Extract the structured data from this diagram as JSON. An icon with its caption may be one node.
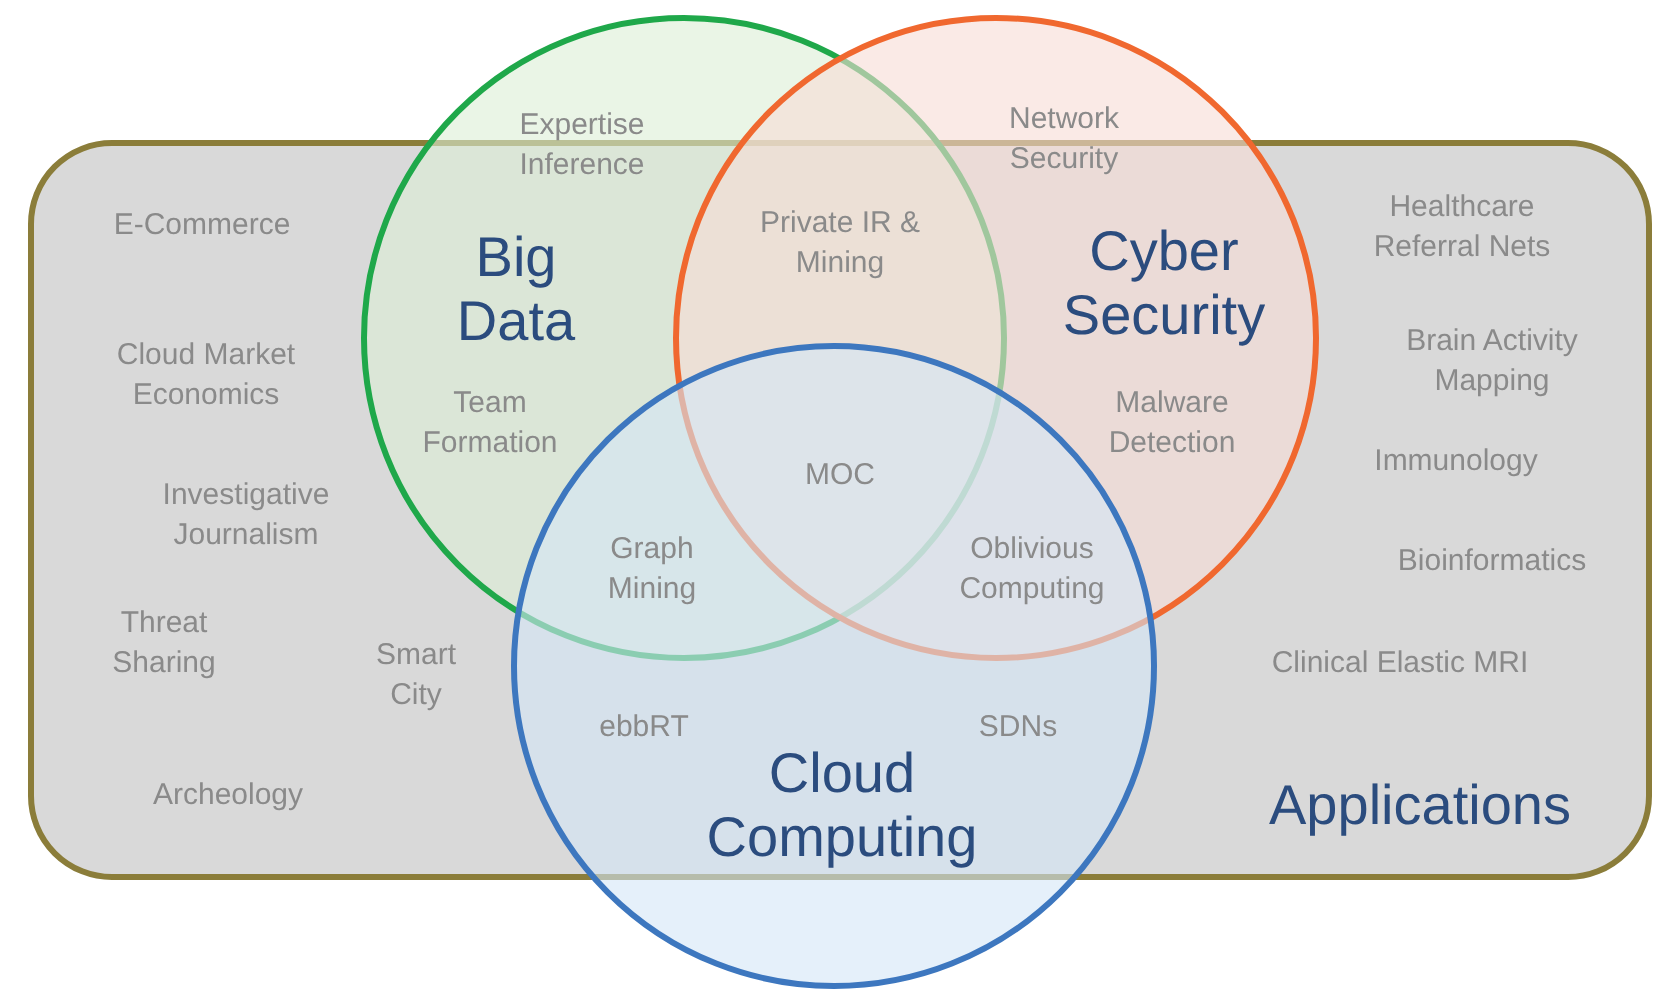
{
  "diagram": {
    "nodes": [
      {
        "text": [
          "Applications"
        ]
      },
      {
        "text": [
          "Big Data"
        ]
      },
      {
        "text": [
          "Cyber Security"
        ]
      },
      {
        "text": [
          "Cloud Computing"
        ]
      }
    ],
    "labels": [
      "Expertise Inference",
      "Network Security",
      "E-Commerce",
      "Private IR & Mining",
      "Healthcare Referral Nets",
      "Cloud Market Economics",
      "Brain Activity Mapping",
      "Team Formation",
      "MOC",
      "Malware Detection",
      "Immunology",
      "Investigative Journalism",
      "Graph Mining",
      "Oblivious Computing",
      "Bioinformatics",
      "Threat Sharing",
      "Smart City",
      "Clinical Elastic MRI",
      "ebbRT",
      "SDNs",
      "Archeology"
    ]
  }
}
